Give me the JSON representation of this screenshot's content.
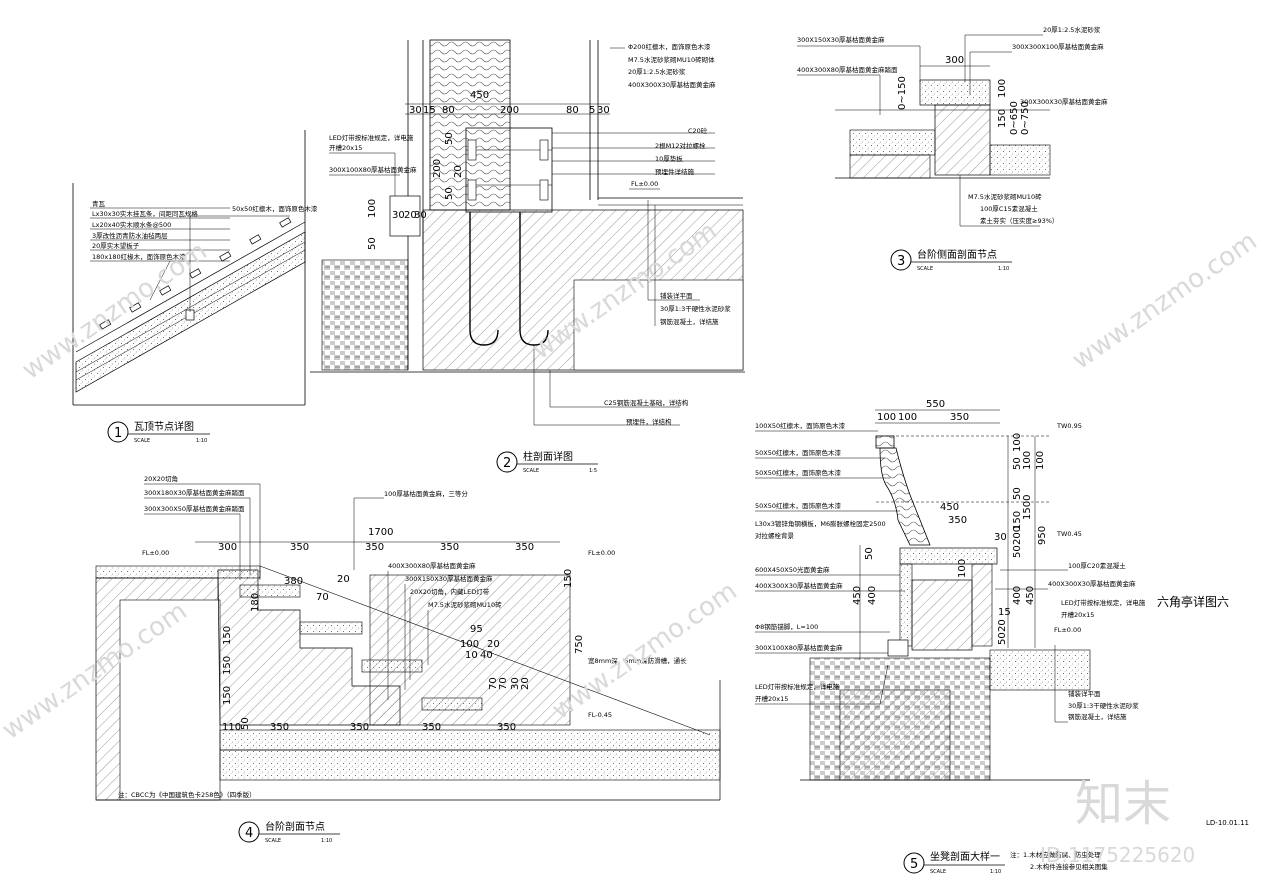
{
  "sheet_code": "LD-10.01.11",
  "side_title": "六角亭详图六",
  "watermark": {
    "site": "www.znzmo.com",
    "logo": "知末",
    "id": "ID:1175225620"
  },
  "details": [
    {
      "id": "1",
      "title": "瓦顶节点详图",
      "scale_label": "SCALE",
      "scale": "1:10",
      "notes": [
        "青瓦",
        "Lx30x30实木挂瓦条，间距同瓦规格",
        "Lx20x40实木顺水条@500",
        "3厚改性沥青防水油毡两层",
        "20厚实木望板子",
        "180x180红椽木，面饰原色木漆",
        "50x50红檩木，面饰原色木漆"
      ]
    },
    {
      "id": "2",
      "title": "柱剖面详图",
      "scale_label": "SCALE",
      "scale": "1:5",
      "dims": [
        "450",
        "30",
        "15",
        "80",
        "200",
        "80",
        "5",
        "30",
        "50",
        "50",
        "200",
        "20",
        "100",
        "50",
        "30",
        "20",
        "30"
      ],
      "notes": [
        "Φ200红檩木，面饰原色木漆",
        "M7.5水泥砂浆砌MU10砖砌体",
        "20厚1:2.5水泥砂浆",
        "400X300X30厚基枯面黄金麻",
        "C20砼",
        "2根M12对拉螺栓",
        "10厚垫板",
        "预埋件详结施",
        "LED灯带按标准规定，详电施",
        "开槽20x15",
        "300X100X80厚基枯面黄金麻",
        "FL±0.00",
        "铺装详平面",
        "30厚1:3干硬性水泥砂浆",
        "钢筋混凝土，详结施",
        "C25钢筋混凝土基础，详结构",
        "预埋件，详结构"
      ]
    },
    {
      "id": "3",
      "title": "台阶侧面剖面节点",
      "scale_label": "SCALE",
      "scale": "1:10",
      "dims": [
        "300",
        "100",
        "150",
        "0~150",
        "0~650",
        "0~750"
      ],
      "notes": [
        "300X150X30厚基枯面黄金麻",
        "20厚1:2.5水泥砂浆",
        "300X300X100厚基枯面黄金麻",
        "400X300X80厚基枯面黄金麻踏面",
        "300X300X30厚基枯面黄金麻",
        "M7.5水泥砂浆砌MU10砖",
        "100厚C15素混凝土",
        "素土夯实（压实度≥93%）"
      ]
    },
    {
      "id": "4",
      "title": "台阶剖面节点",
      "scale_label": "SCALE",
      "scale": "1:10",
      "dims": [
        "1700",
        "300",
        "350",
        "350",
        "350",
        "350",
        "380",
        "20",
        "70",
        "180",
        "150",
        "150",
        "150",
        "150",
        "750",
        "110",
        "50",
        "350",
        "350",
        "350",
        "350",
        "95",
        "100",
        "20",
        "10",
        "40",
        "70",
        "70",
        "30",
        "20"
      ],
      "notes": [
        "20X20切角",
        "300X180X30厚基枯面黄金麻踏面",
        "300X300X50厚基枯面黄金麻踏面",
        "100厚基枯面黄金麻，三等分",
        "400X300X80厚基枯面黄金麻",
        "300X150X30厚基枯面黄金麻",
        "20X20切角，内藏LED灯带",
        "M7.5水泥砂浆砌MU10砖",
        "宽8mm深，5mm深防滑槽，通长",
        "FL±0.00",
        "FL±0.00",
        "FL-0.45",
        "注：CBCC为《中国建筑色卡258色》（四季版）"
      ]
    },
    {
      "id": "5",
      "title": "坐凳剖面大样一",
      "scale_label": "SCALE",
      "scale": "1:10",
      "dims": [
        "550",
        "100",
        "100",
        "350",
        "450",
        "350",
        "100",
        "50",
        "100",
        "100",
        "50",
        "150",
        "1500",
        "200",
        "30",
        "50",
        "950",
        "400",
        "450",
        "100",
        "400",
        "50",
        "450",
        "15",
        "20",
        "50"
      ],
      "notes": [
        "100X50红檩木，面饰原色木漆",
        "50X50红檩木，面饰原色木漆",
        "50X50红檩木，面饰原色木漆",
        "50X50红檩木，面饰原色木漆",
        "L30x3镀锌角钢横板，M6膨胀螺栓固定2500",
        "对拉螺栓背景",
        "600X450X50光面黄金麻",
        "400X300X30厚基枯面黄金麻",
        "Φ8钢筋锚脚，L=100",
        "300X100X80厚基枯面黄金麻",
        "LED灯带按标准规定，详电施",
        "开槽20x15",
        "TW0.95",
        "TW0.45",
        "100厚C20素混凝土",
        "400X300X30厚基枯面黄金麻",
        "LED灯带按标准规定，详电施",
        "开槽20x15",
        "FL±0.00",
        "铺装详平面",
        "30厚1:3干硬性水泥砂浆",
        "钢筋混凝土，详结施",
        "注：1.木材应做防腐、防虫处理",
        "2.木构件连接参见相关图集"
      ]
    }
  ]
}
